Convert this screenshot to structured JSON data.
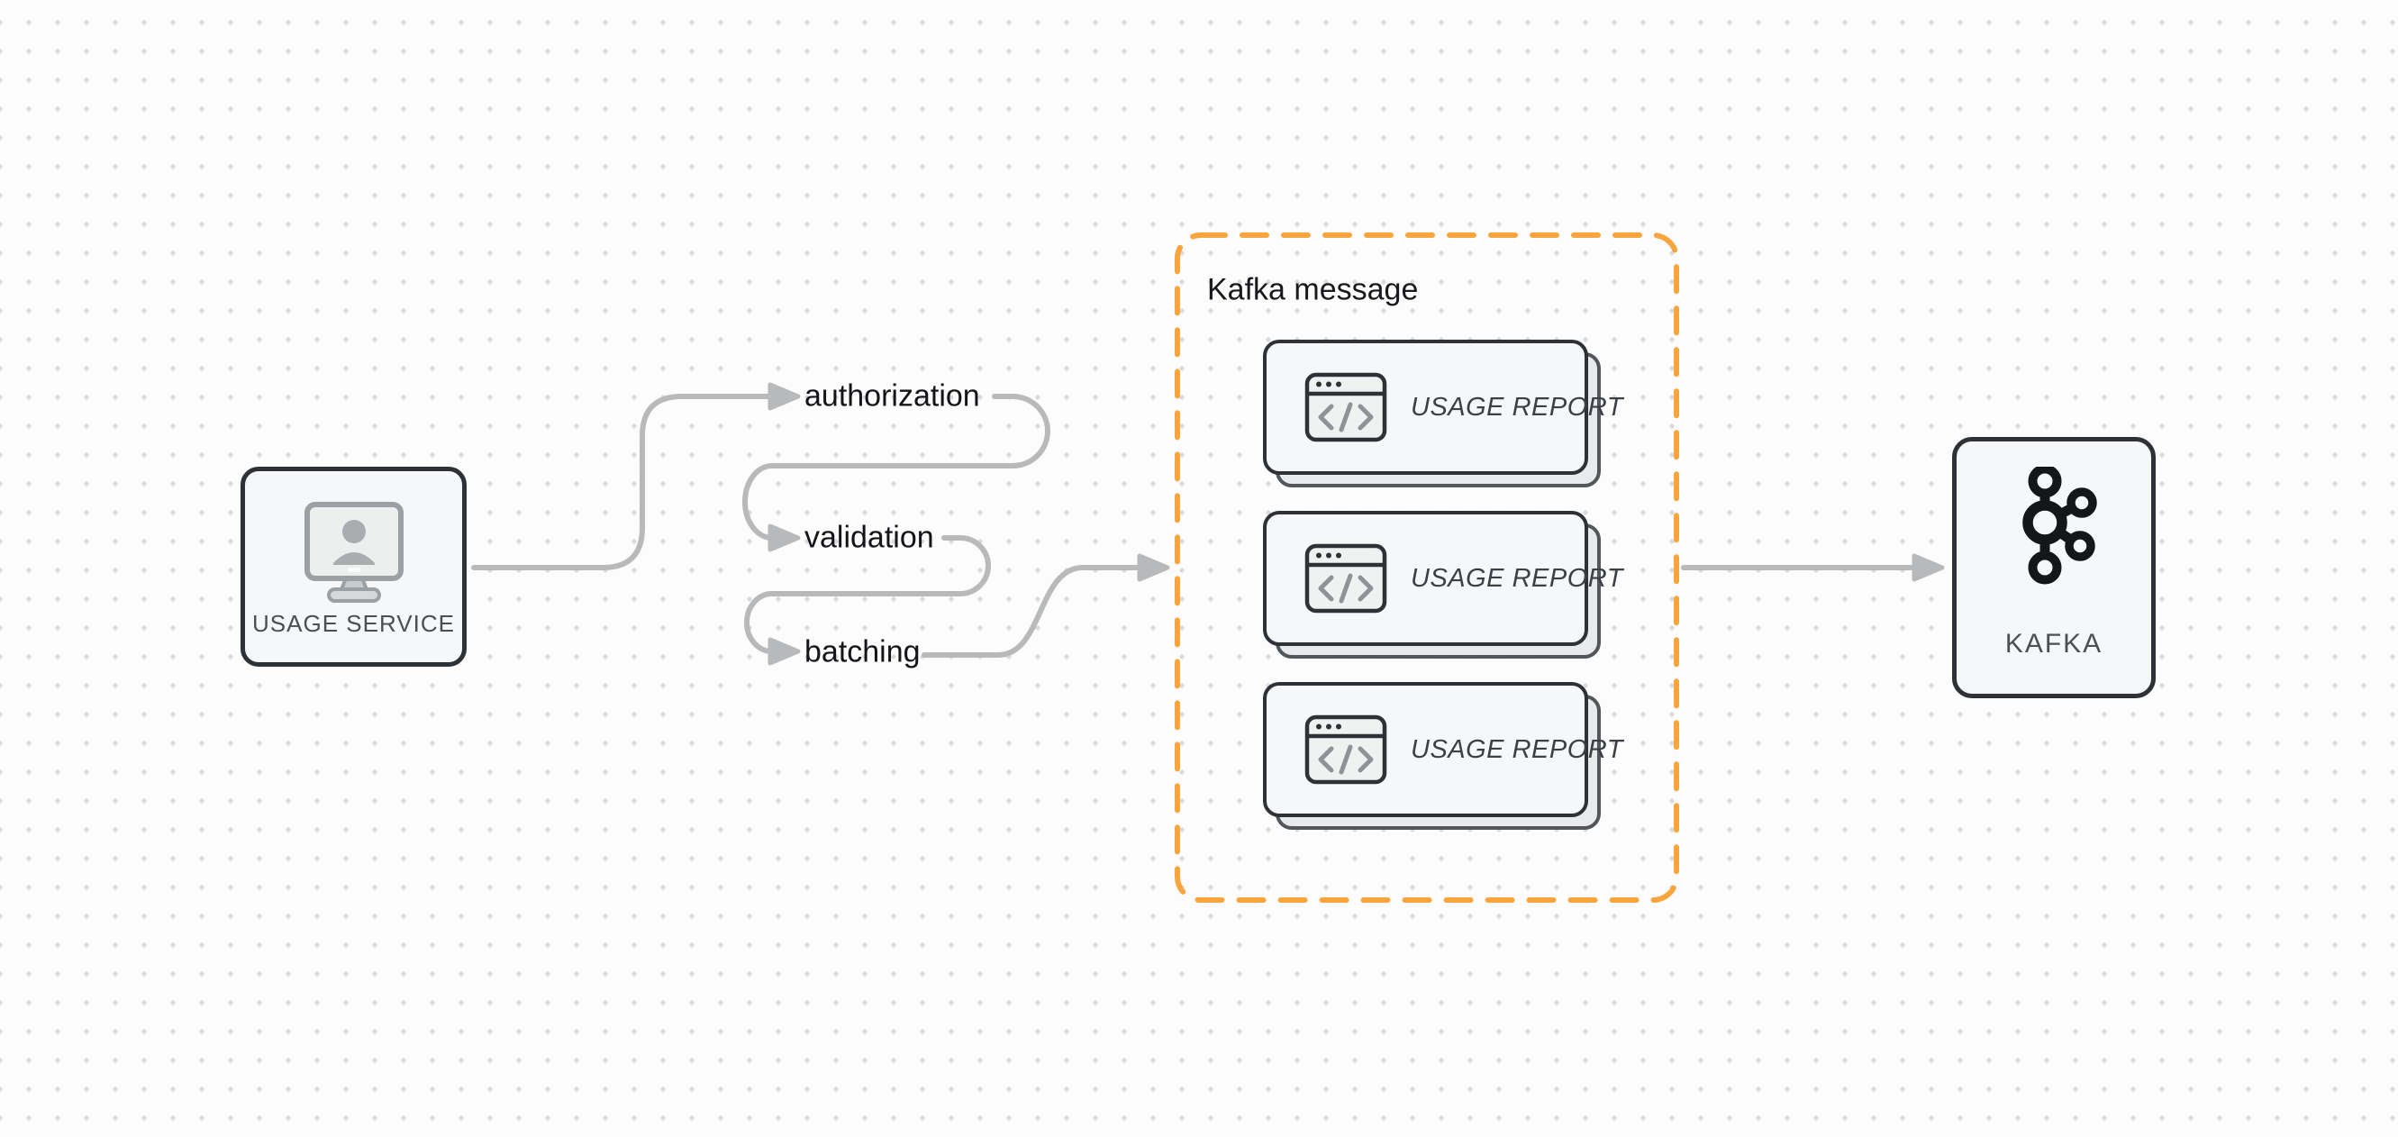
{
  "canvas": {
    "background_color": "#fcfcfc",
    "dot_grid_color": "#d8d9da"
  },
  "colors": {
    "arrow_gray": "#b8b9bb",
    "node_border_dark": "#2e3237",
    "node_fill": "#f6f7f8",
    "accent_orange": "#f9a43c",
    "flow_label_text": "#131519",
    "node_label_text": "#4a4f54",
    "report_label_text": "#3c4046",
    "icon_gray": "#8f9397",
    "stack_card_fill": "#e9eaeb",
    "stack_card_border": "#53575c"
  },
  "nodes": {
    "usage_service": {
      "label": "USAGE SERVICE",
      "icon": "monitor-user-icon"
    },
    "kafka": {
      "label": "KAFKA",
      "icon": "kafka-logo-icon"
    }
  },
  "pipeline_steps": [
    {
      "label": "authorization"
    },
    {
      "label": "validation"
    },
    {
      "label": "batching"
    }
  ],
  "kafka_message_group": {
    "title": "Kafka message",
    "cards": [
      {
        "label": "USAGE REPORT",
        "icon": "code-window-icon"
      },
      {
        "label": "USAGE REPORT",
        "icon": "code-window-icon"
      },
      {
        "label": "USAGE REPORT",
        "icon": "code-window-icon"
      }
    ]
  },
  "edges": [
    {
      "from": "usage-service",
      "to": "authorization"
    },
    {
      "from": "authorization",
      "to": "validation"
    },
    {
      "from": "validation",
      "to": "batching"
    },
    {
      "from": "batching",
      "to": "kafka-message-group"
    },
    {
      "from": "kafka-message-group",
      "to": "kafka"
    }
  ]
}
